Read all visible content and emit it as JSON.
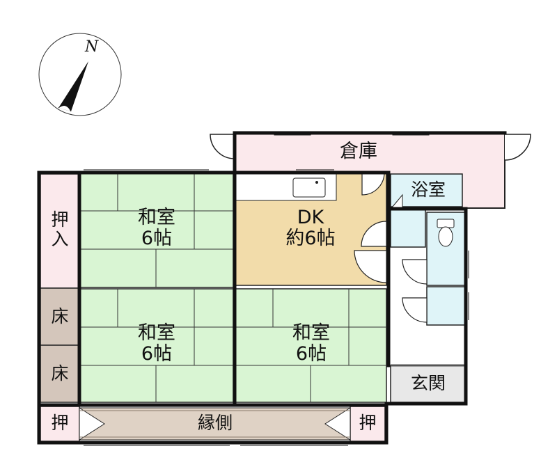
{
  "compass": {
    "north": "N"
  },
  "rooms": {
    "storage": "倉庫",
    "bath": "浴室",
    "dk": {
      "name": "DK",
      "size": "約6帖"
    },
    "washitsu_nw": {
      "name": "和室",
      "size": "6帖"
    },
    "washitsu_sw": {
      "name": "和室",
      "size": "6帖"
    },
    "washitsu_se": {
      "name": "和室",
      "size": "6帖"
    },
    "closet_large": [
      "押",
      "入"
    ],
    "tokonoma_1": "床",
    "tokonoma_2": "床",
    "closet_left": "押",
    "closet_right": "押",
    "engawa": "縁側",
    "entrance": "玄関"
  },
  "colors": {
    "tatami": "#d9f5d3",
    "kitchen": "#f2dcaa",
    "storage": "#fbe9ec",
    "closet": "#fbe9ec",
    "wet_area": "#dff4f8",
    "tokonoma": "#d4c6bb",
    "engawa": "#dfd2c5",
    "entrance": "#e8e8e8",
    "wall": "#111111"
  }
}
